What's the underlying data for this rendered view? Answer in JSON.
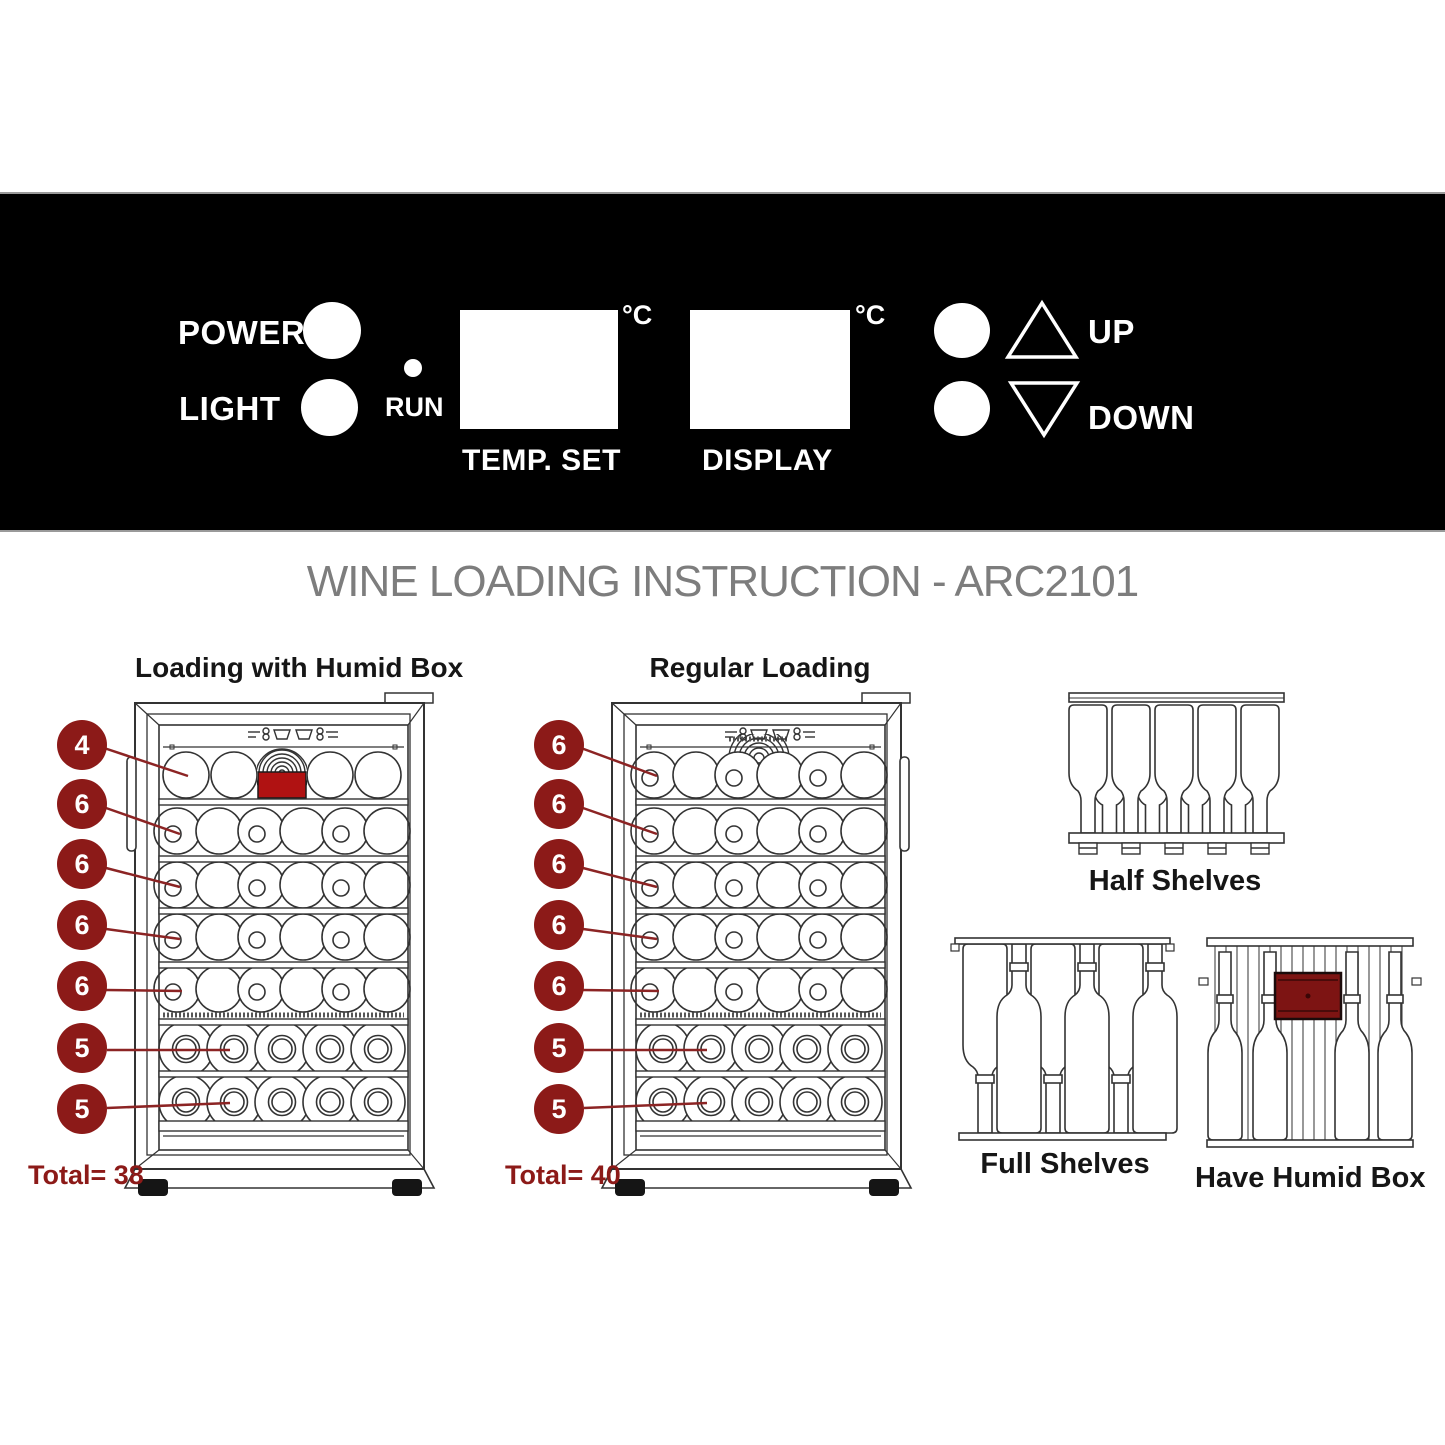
{
  "control_panel": {
    "power_label": "POWER",
    "light_label": "LIGHT",
    "run_label": "RUN",
    "temp_set": {
      "unit": "°C",
      "label": "TEMP. SET"
    },
    "display": {
      "unit": "°C",
      "label": "DISPLAY"
    },
    "up_label": "UP",
    "down_label": "DOWN"
  },
  "title": "WINE LOADING INSTRUCTION - ARC2101",
  "diagrams": {
    "humid_loading": {
      "heading": "Loading with Humid Box",
      "row_counts": [
        "4",
        "6",
        "6",
        "6",
        "6",
        "5",
        "5"
      ],
      "total_label": "Total= 38"
    },
    "regular_loading": {
      "heading": "Regular Loading",
      "row_counts": [
        "6",
        "6",
        "6",
        "6",
        "6",
        "5",
        "5"
      ],
      "total_label": "Total= 40"
    },
    "half_shelves_label": "Half Shelves",
    "full_shelves_label": "Full Shelves",
    "humid_box_label": "Have Humid Box"
  },
  "colors": {
    "badge_red": "#8c1a18",
    "humid_box_bright_red": "#b01212",
    "humid_box_dark_red": "#7d1413",
    "title_gray": "#7d7d7d",
    "panel_black": "#000000"
  }
}
